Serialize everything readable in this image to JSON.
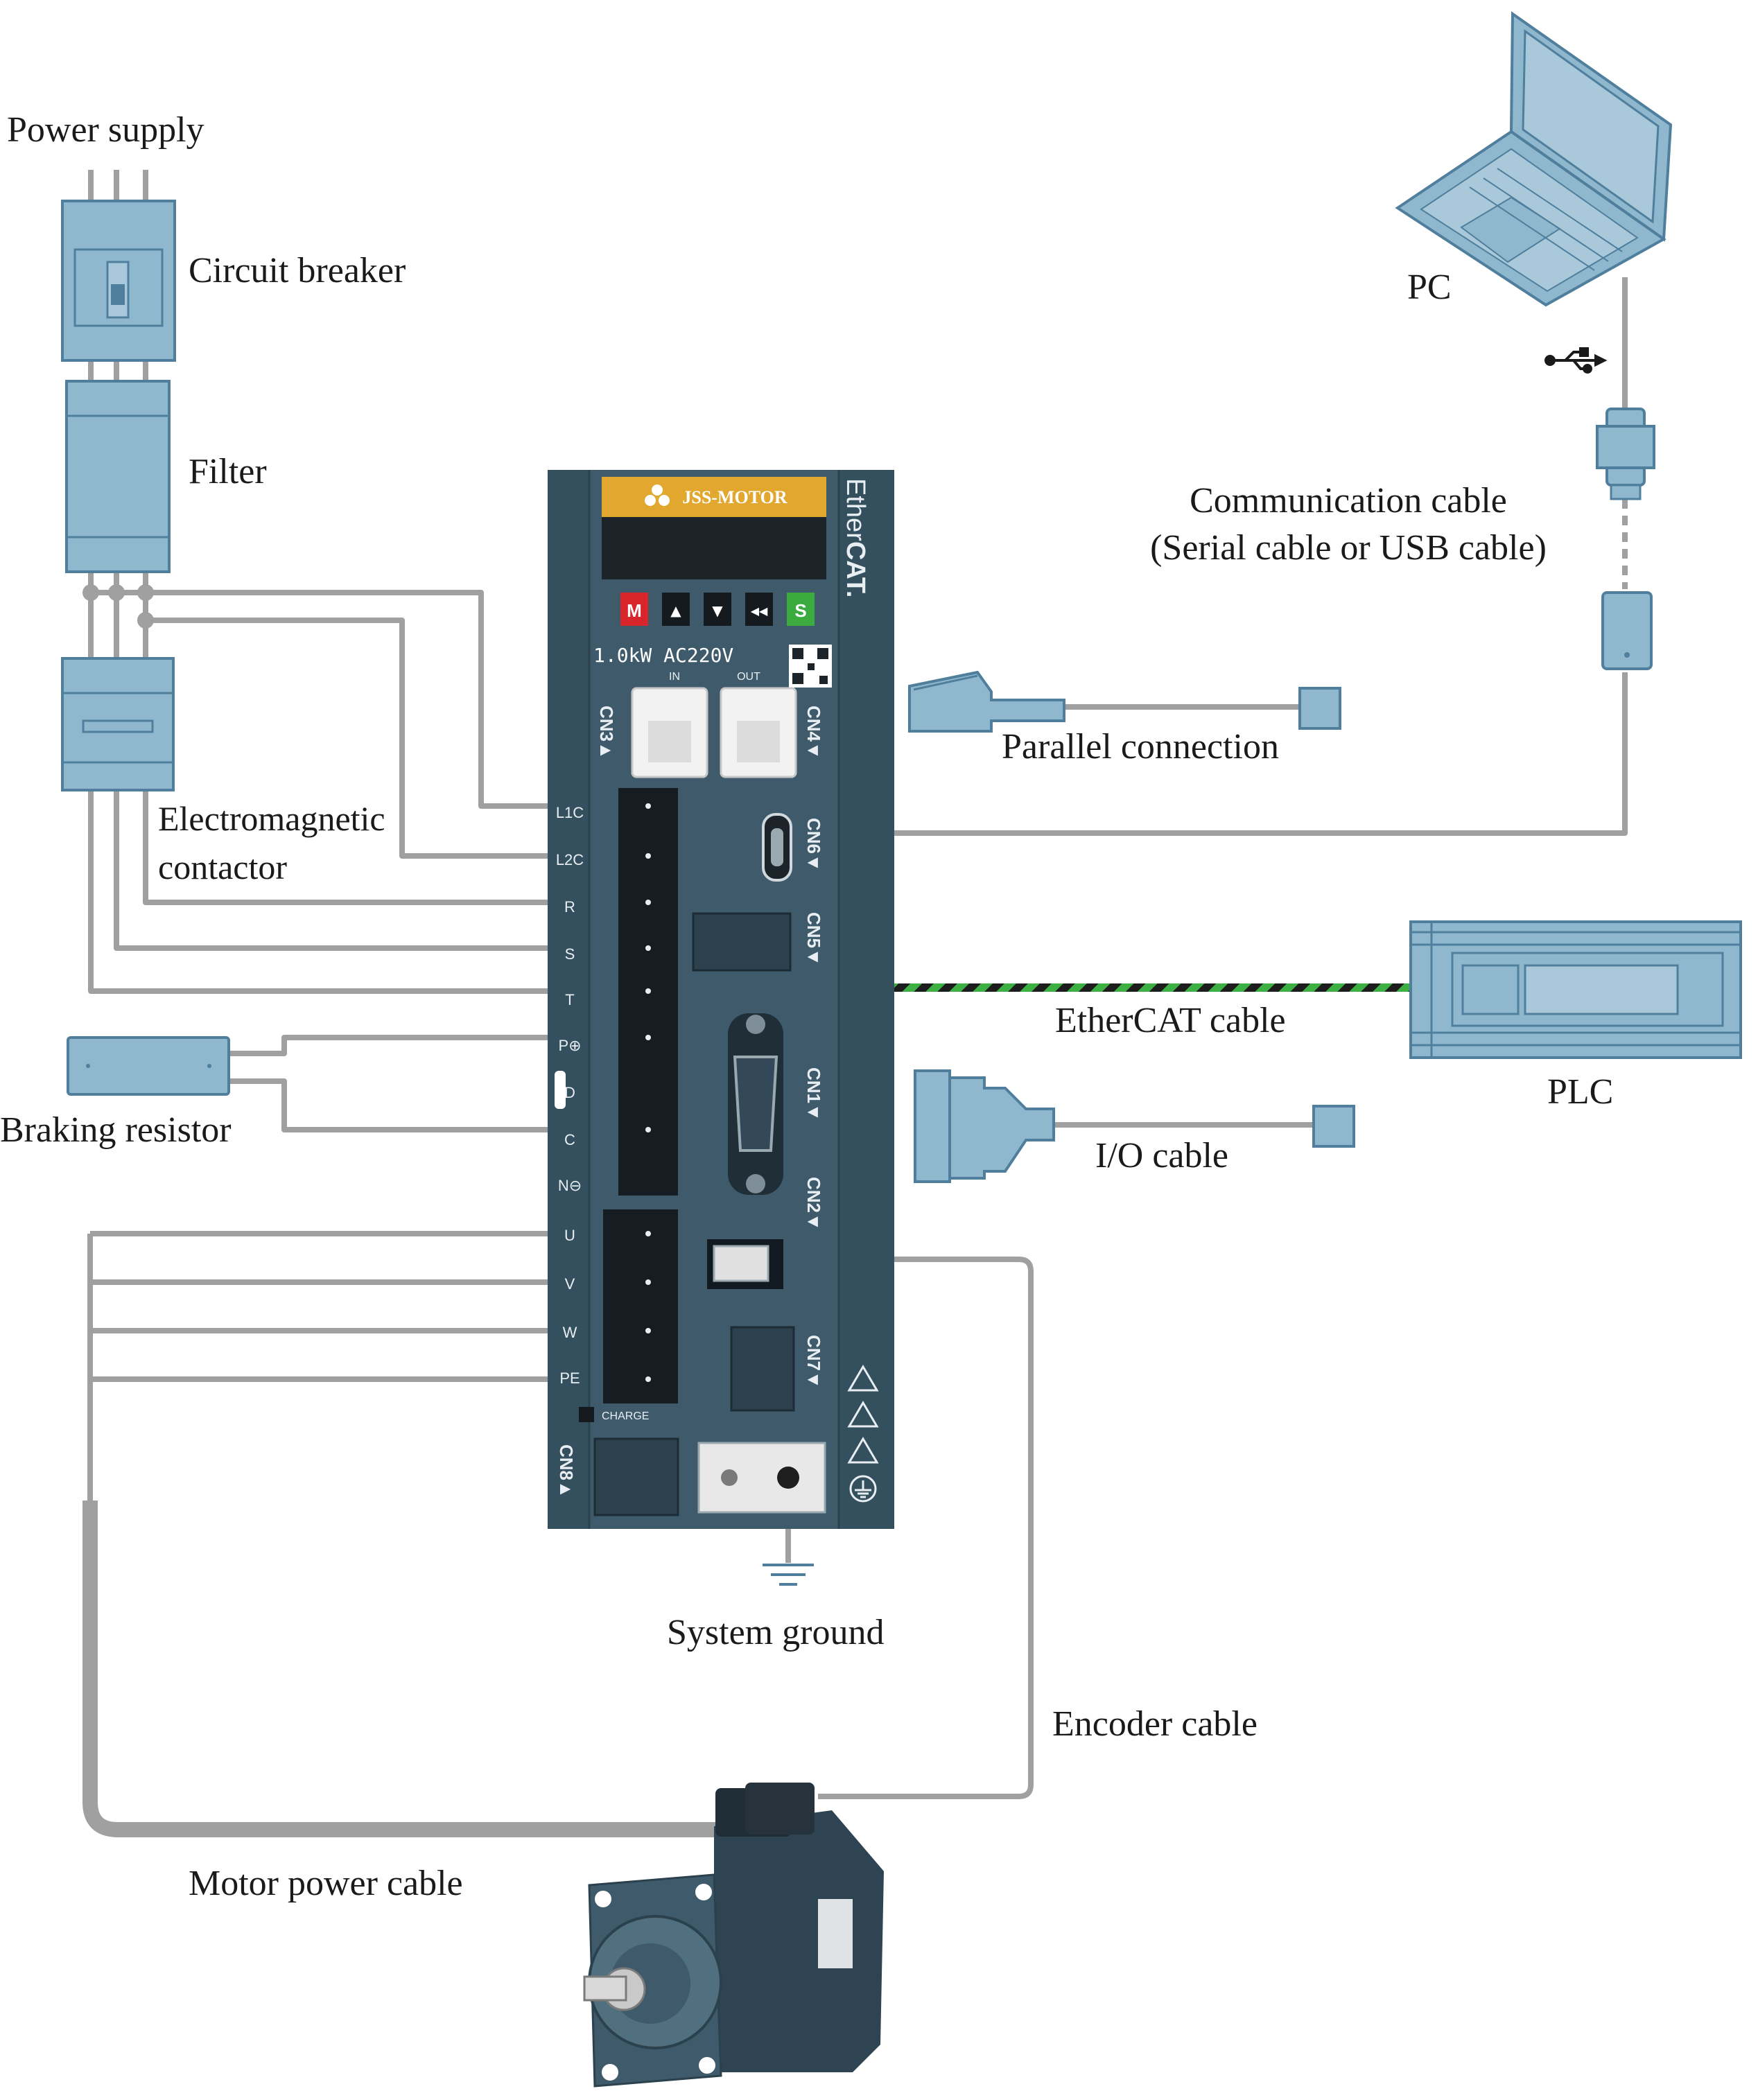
{
  "labels": {
    "power_supply": "Power supply",
    "circuit_breaker": "Circuit breaker",
    "filter": "Filter",
    "contactor_line1": "Electromagnetic",
    "contactor_line2": "contactor",
    "braking_resistor": "Braking resistor",
    "pc": "PC",
    "comm_line1": "Communication cable",
    "comm_line2": "(Serial cable or USB cable)",
    "parallel": "Parallel connection",
    "ethercat_cable": "EtherCAT cable",
    "plc": "PLC",
    "io_cable": "I/O cable",
    "system_ground": "System ground",
    "encoder_cable": "Encoder cable",
    "motor_power_cable": "Motor power cable"
  },
  "drive": {
    "brand": "JSS-MOTOR",
    "rating": "1.0kW  AC220V",
    "in_label": "IN",
    "out_label": "OUT",
    "side_text_1": "Ether",
    "side_text_2": "CAT.",
    "charge": "CHARGE",
    "buttons": [
      "M",
      "▲",
      "▼",
      "◀◀",
      "S"
    ],
    "ports": {
      "cn1": "CN1▼",
      "cn2": "CN2▼",
      "cn3": "CN3▲",
      "cn4": "CN4▼",
      "cn5": "CN5▼",
      "cn6": "CN6▼",
      "cn7": "CN7▼",
      "cn8": "CN8▲"
    },
    "terminals": [
      "L1C",
      "L2C",
      "R",
      "S",
      "T",
      "P⊕",
      "D",
      "C",
      "N⊖",
      "U",
      "V",
      "W",
      "PE"
    ]
  },
  "colors": {
    "component_fill": "#8fb8cf",
    "component_stroke": "#4f7f9c",
    "wire": "#a0a0a0",
    "drive_body": "#3e5a6b",
    "ethercat_green": "#3cb043",
    "brand_bar": "#e2a72e"
  },
  "icons": {
    "usb": "usb-icon",
    "ground": "ground-symbol-icon",
    "warning": "warning-triangle-icon",
    "earth": "protective-earth-icon"
  }
}
